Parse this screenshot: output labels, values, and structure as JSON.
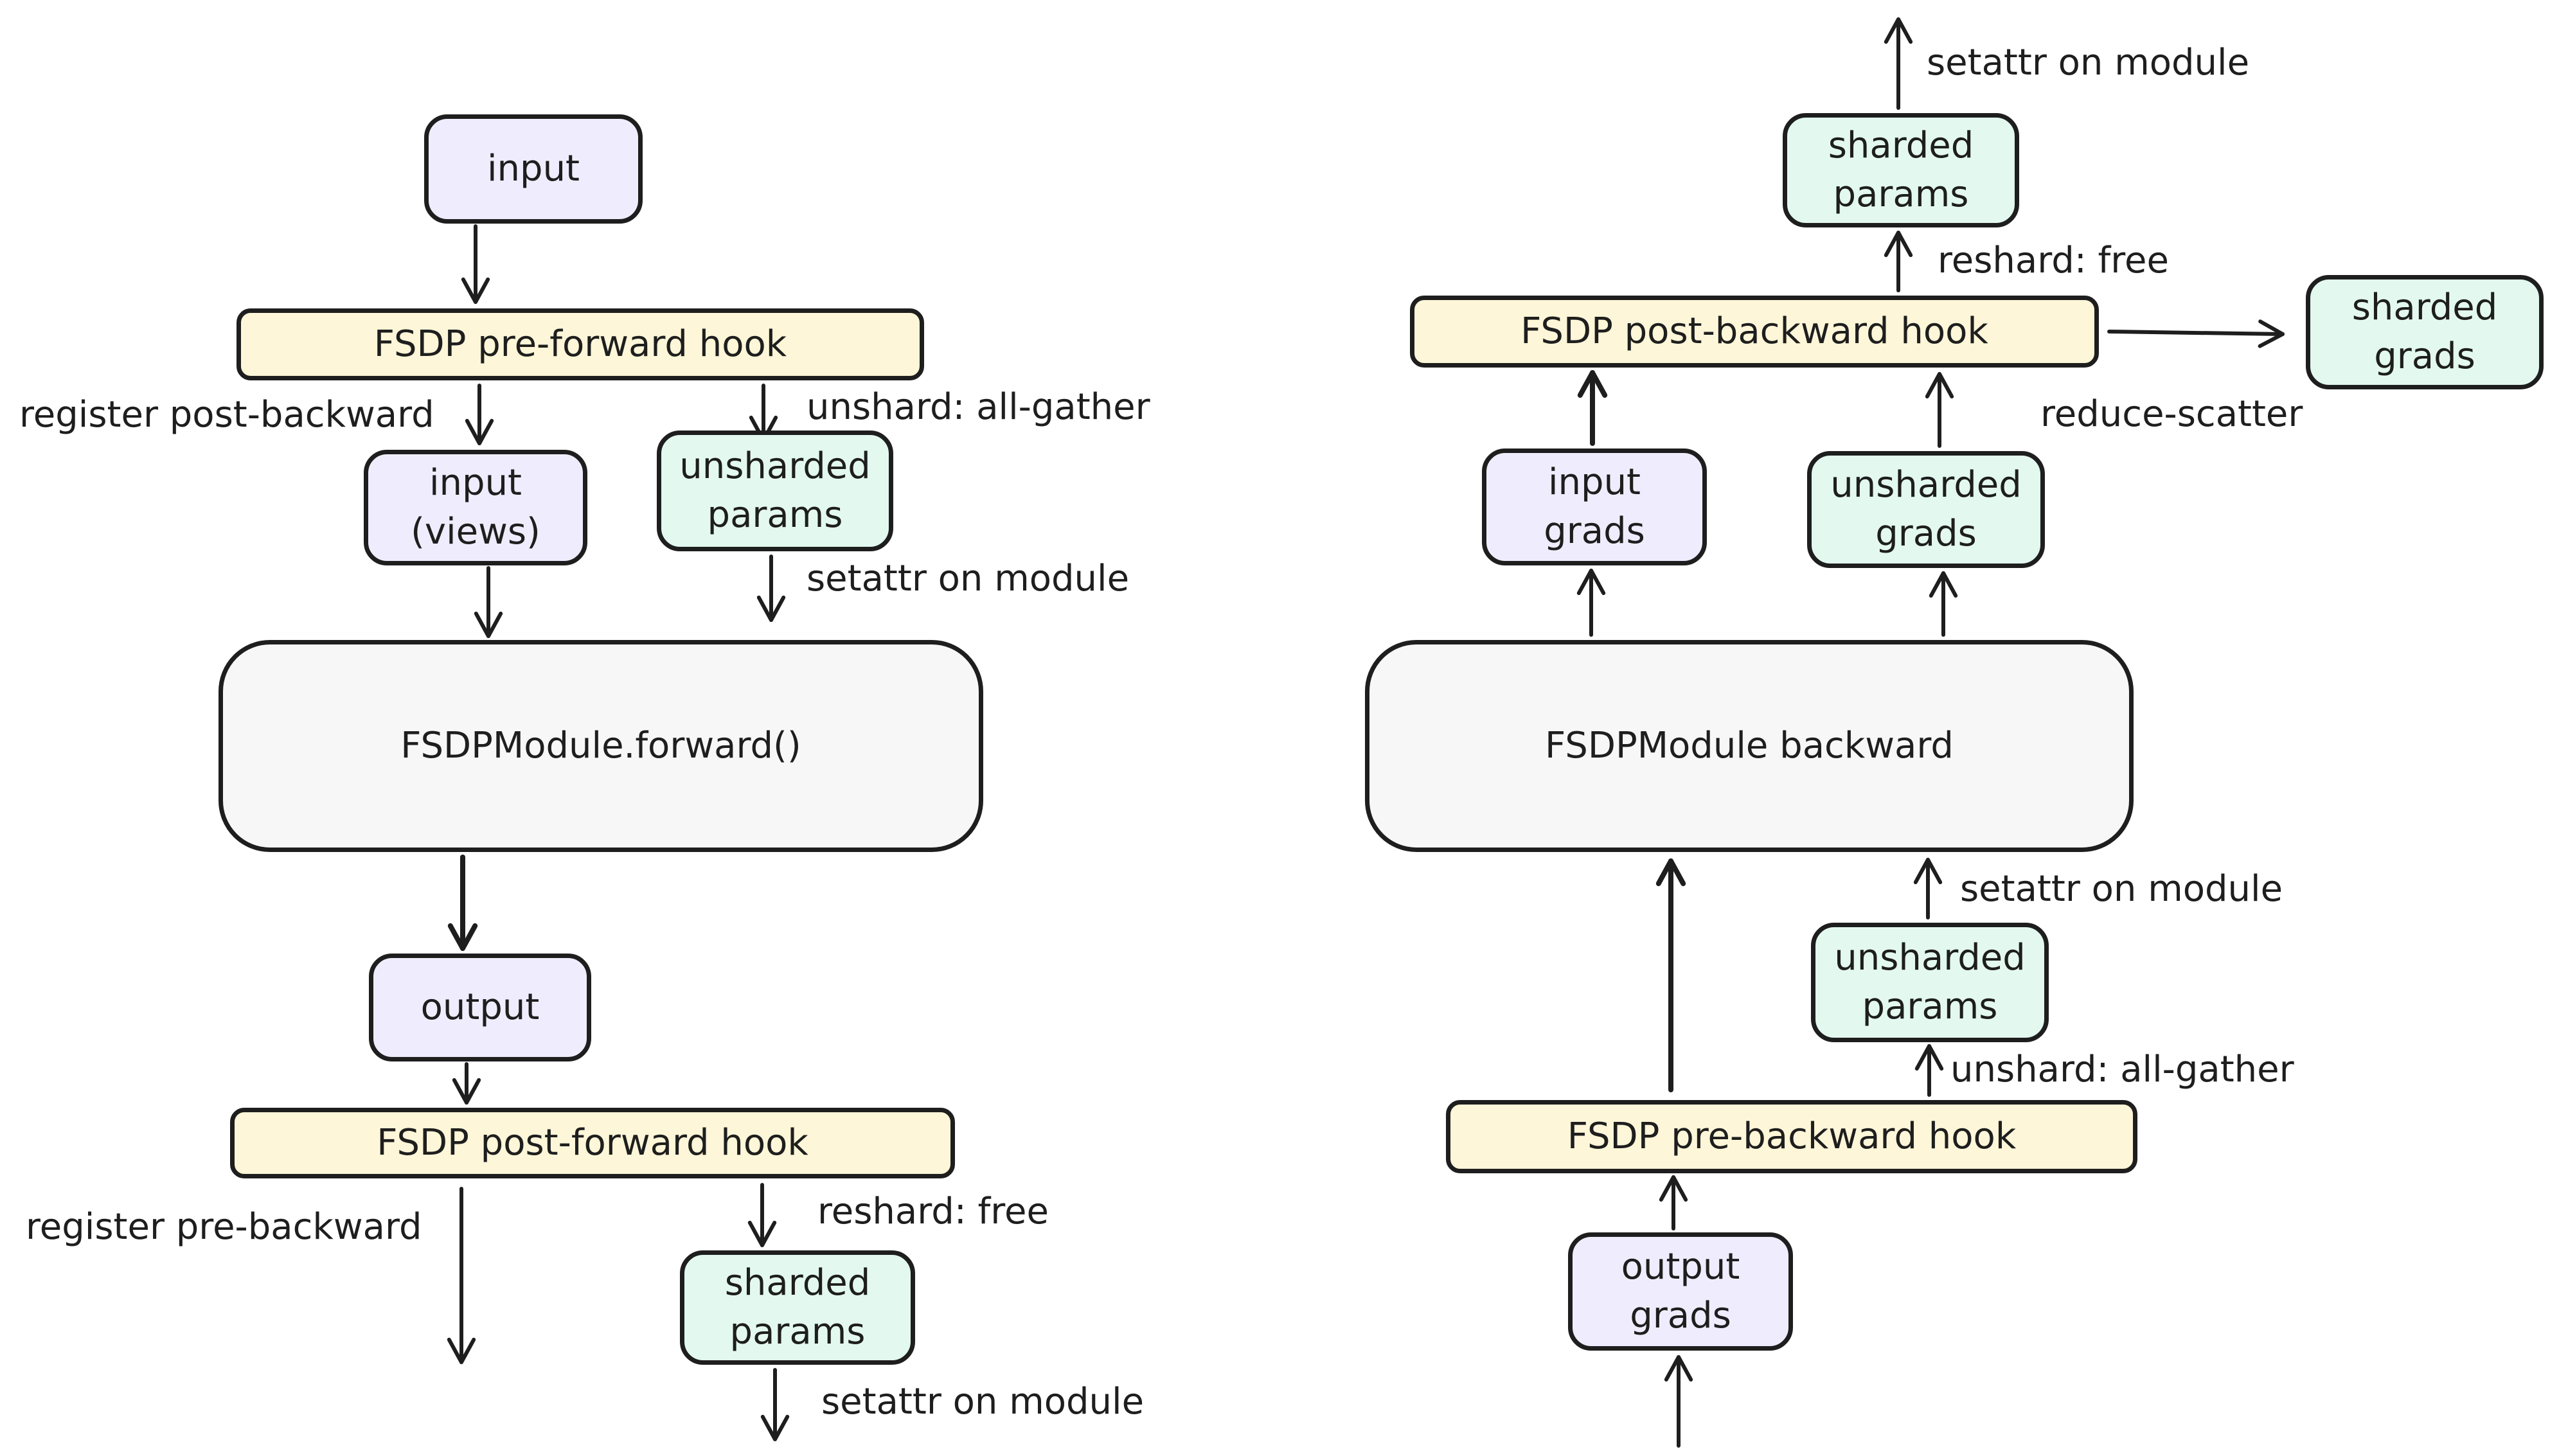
{
  "forward": {
    "input": "input",
    "pre_forward_hook": "FSDP pre-forward hook",
    "register_post_backward": "register post-backward",
    "unshard_all_gather": "unshard: all-gather",
    "input_views": "input\n(views)",
    "unsharded_params": "unsharded\nparams",
    "setattr_top": "setattr on module",
    "module_forward": "FSDPModule.forward()",
    "output": "output",
    "post_forward_hook": "FSDP post-forward hook",
    "register_pre_backward": "register pre-backward",
    "reshard_free": "reshard: free",
    "sharded_params": "sharded\nparams",
    "setattr_bottom": "setattr on module"
  },
  "backward": {
    "setattr_top": "setattr on module",
    "sharded_params": "sharded\nparams",
    "reshard_free": "reshard: free",
    "post_backward_hook": "FSDP post-backward hook",
    "sharded_grads": "sharded\ngrads",
    "reduce_scatter": "reduce-scatter",
    "input_grads": "input\ngrads",
    "unsharded_grads": "unsharded\ngrads",
    "module_backward": "FSDPModule backward",
    "setattr_mid": "setattr on module",
    "unsharded_params": "unsharded\nparams",
    "unshard_all_gather": "unshard: all-gather",
    "pre_backward_hook": "FSDP pre-backward hook",
    "output_grads": "output\ngrads"
  },
  "colors": {
    "stroke": "#1e1e1e",
    "tensor_fill": "#efedfd",
    "param_fill": "#e3f9f0",
    "hook_fill": "#fdf6d8",
    "module_fill": "#f7f7f8"
  }
}
